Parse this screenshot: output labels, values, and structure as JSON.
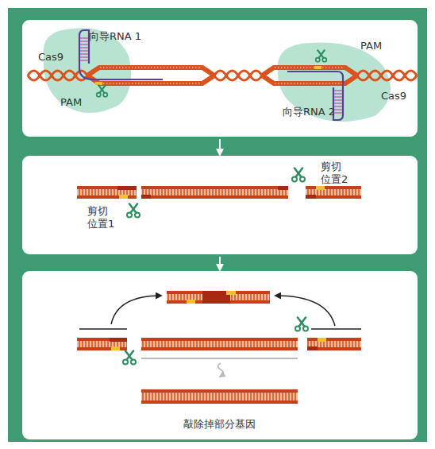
{
  "diagram": {
    "nodes": [
      {
        "text": [
          "向导RNA 1",
          "PAM",
          "Cas9",
          "Cas9",
          "PAM",
          "向导RNA 2"
        ]
      },
      {
        "text": [
          "剪切 位置2",
          "剪切 位置1"
        ]
      },
      {
        "text": [
          "敲除掉部分基因"
        ]
      }
    ],
    "edges": [
      {
        "from": 0,
        "to": 1,
        "arrow": "to"
      },
      {
        "from": 1,
        "to": 2,
        "arrow": "to"
      }
    ]
  }
}
